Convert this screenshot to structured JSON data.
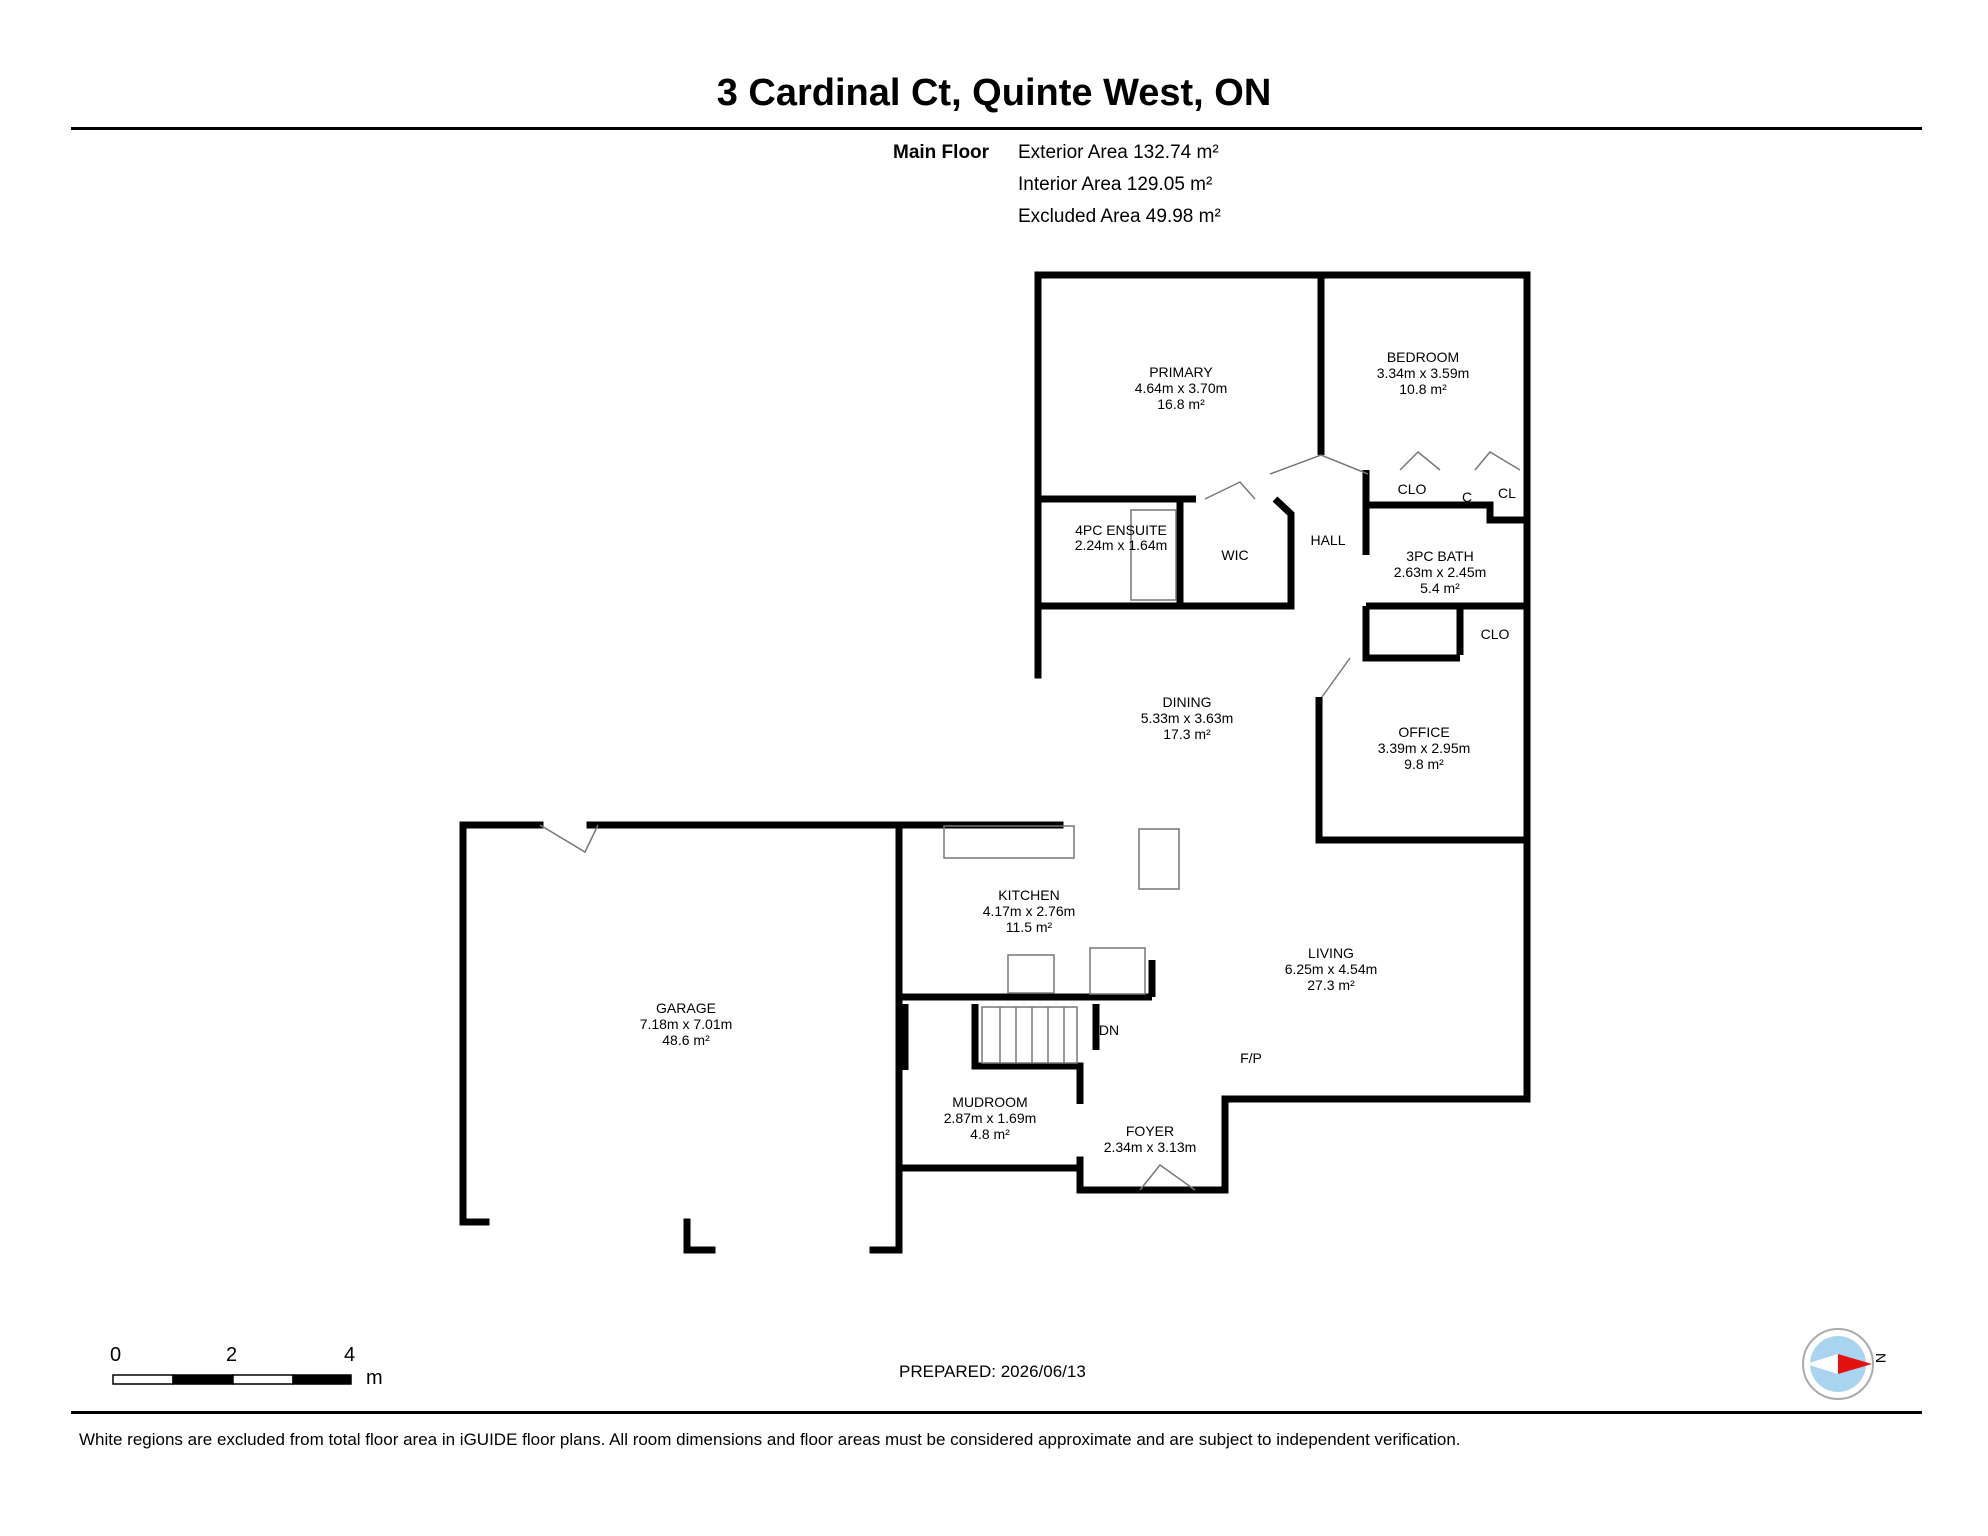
{
  "title": "3 Cardinal Ct, Quinte West, ON",
  "floor": {
    "name": "Main Floor",
    "exterior_area": "Exterior Area 132.74 m²",
    "interior_area": "Interior Area 129.05 m²",
    "excluded_area": "Excluded Area 49.98 m²"
  },
  "rooms": {
    "primary": {
      "name": "PRIMARY",
      "dims": "4.64m x 3.70m",
      "area": "16.8 m²"
    },
    "bedroom": {
      "name": "BEDROOM",
      "dims": "3.34m x 3.59m",
      "area": "10.8 m²"
    },
    "ensuite": {
      "name": "4PC ENSUITE",
      "dims": "2.24m x 1.64m"
    },
    "wic": {
      "name": "WIC"
    },
    "hall": {
      "name": "HALL"
    },
    "bath": {
      "name": "3PC BATH",
      "dims": "2.63m x 2.45m",
      "area": "5.4 m²"
    },
    "clo1": {
      "name": "CLO"
    },
    "c": {
      "name": "C"
    },
    "cl": {
      "name": "CL"
    },
    "clo2": {
      "name": "CLO"
    },
    "dining": {
      "name": "DINING",
      "dims": "5.33m x 3.63m",
      "area": "17.3 m²"
    },
    "office": {
      "name": "OFFICE",
      "dims": "3.39m x 2.95m",
      "area": "9.8 m²"
    },
    "kitchen": {
      "name": "KITCHEN",
      "dims": "4.17m x 2.76m",
      "area": "11.5 m²"
    },
    "living": {
      "name": "LIVING",
      "dims": "6.25m x 4.54m",
      "area": "27.3 m²"
    },
    "garage": {
      "name": "GARAGE",
      "dims": "7.18m x 7.01m",
      "area": "48.6 m²"
    },
    "mudroom": {
      "name": "MUDROOM",
      "dims": "2.87m x 1.69m",
      "area": "4.8 m²"
    },
    "foyer": {
      "name": "FOYER",
      "dims": "2.34m x 3.13m"
    },
    "dn": {
      "name": "DN"
    },
    "fp": {
      "name": "F/P"
    }
  },
  "scale": {
    "zero": "0",
    "two": "2",
    "four": "4",
    "unit": "m"
  },
  "prepared": "PREPARED: 2026/06/13",
  "compass": {
    "label": "N"
  },
  "disclaimer": "White regions are excluded from total floor area in iGUIDE floor plans. All room dimensions and floor areas must be considered approximate and are subject to independent verification."
}
